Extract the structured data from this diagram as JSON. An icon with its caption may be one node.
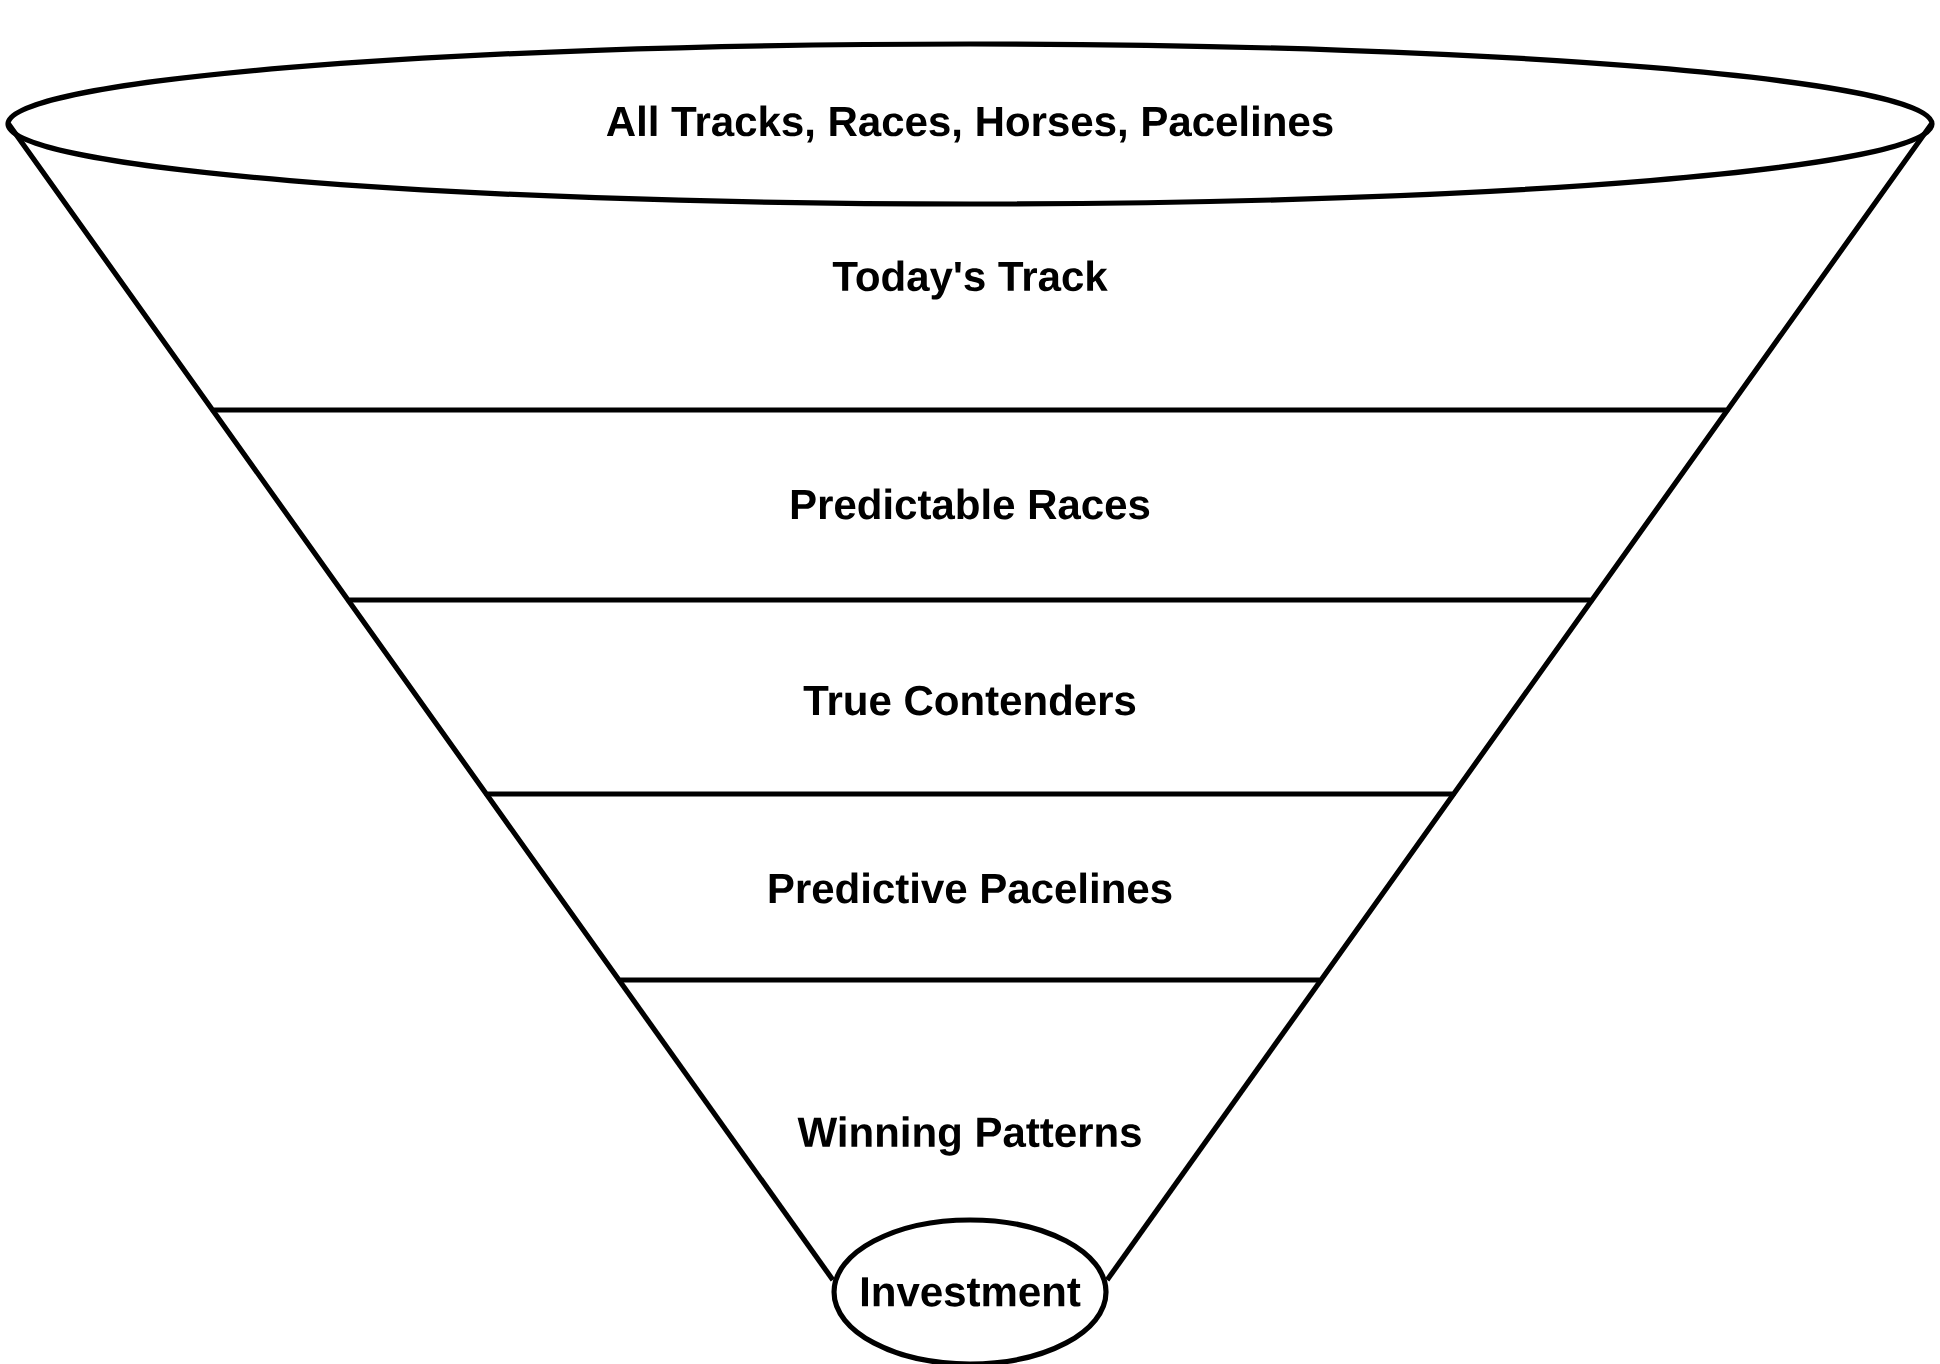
{
  "diagram": {
    "nodes": [
      {
        "text": [
          "All Tracks, Races, Horses, Pacelines"
        ]
      },
      {
        "text": [
          "Today's Track"
        ]
      },
      {
        "text": [
          "Predictable Races"
        ]
      },
      {
        "text": [
          "True Contenders"
        ]
      },
      {
        "text": [
          "Predictive Pacelines"
        ]
      },
      {
        "text": [
          "Winning Patterns"
        ]
      },
      {
        "text": [
          "Investment"
        ]
      }
    ]
  }
}
